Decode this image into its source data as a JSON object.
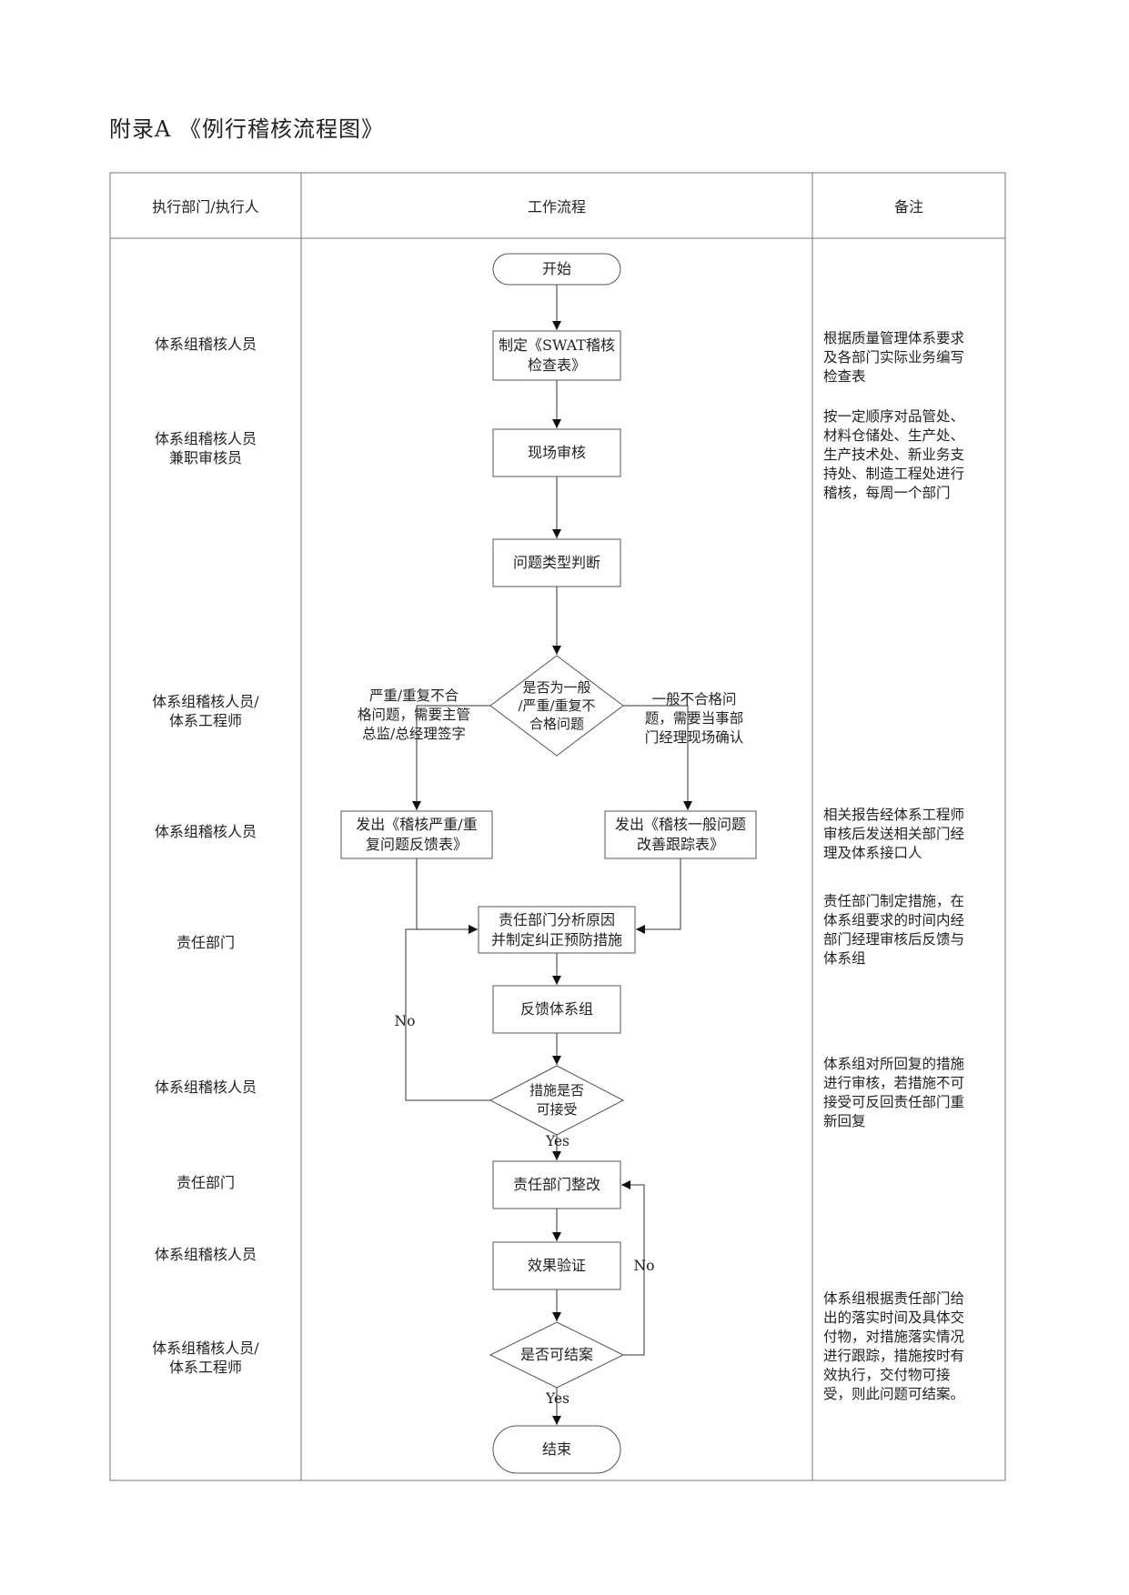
{
  "title": "附录A 《例行稽核流程图》",
  "headers": {
    "dept": "执行部门/执行人",
    "flow": "工作流程",
    "remark": "备注"
  },
  "departments": [
    "体系组稽核人员",
    "体系组稽核人员\n兼职审核员",
    "体系组稽核人员/\n体系工程师",
    "体系组稽核人员",
    "责任部门",
    "体系组稽核人员",
    "责任部门",
    "体系组稽核人员",
    "体系组稽核人员/\n体系工程师"
  ],
  "nodes": {
    "start": "开始",
    "make_checklist": "制定《SWAT稽核\n检查表》",
    "onsite_audit": "现场审核",
    "problem_type": "问题类型判断",
    "decision_type": "是否为一般\n/严重/重复不\n合格问题",
    "serious_feedback": "发出《稽核严重/重\n复问题反馈表》",
    "general_tracking": "发出《稽核一般问题\n改善跟踪表》",
    "analyze_cause": "责任部门分析原因\n并制定纠正预防措施",
    "feedback_group": "反馈体系组",
    "decision_accept": "措施是否\n可接受",
    "rectify": "责任部门整改",
    "verify": "效果验证",
    "decision_close": "是否可结案",
    "end": "结束"
  },
  "branch_labels": {
    "serious": "严重/重复不合\n格问题，需要主管\n总监/总经理签字",
    "general": "一般不合格问\n题，需要当事部\n门经理现场确认",
    "no_1": "No",
    "yes_1": "Yes",
    "no_2": "No",
    "yes_2": "Yes"
  },
  "remarks": [
    "根据质量管理体系要求\n及各部门实际业务编写\n检查表",
    "按一定顺序对品管处、\n材料仓储处、生产处、\n生产技术处、新业务支\n持处、制造工程处进行\n稽核，每周一个部门",
    "相关报告经体系工程师\n审核后发送相关部门经\n理及体系接口人",
    "责任部门制定措施，在\n体系组要求的时间内经\n部门经理审核后反馈与\n体系组",
    "体系组对所回复的措施\n进行审核，若措施不可\n接受可反回责任部门重\n新回复",
    "体系组根据责任部门给\n出的落实时间及具体交\n付物，对措施落实情况\n进行跟踪，措施按时有\n效执行，交付物可接\n受，则此问题可结案。"
  ]
}
